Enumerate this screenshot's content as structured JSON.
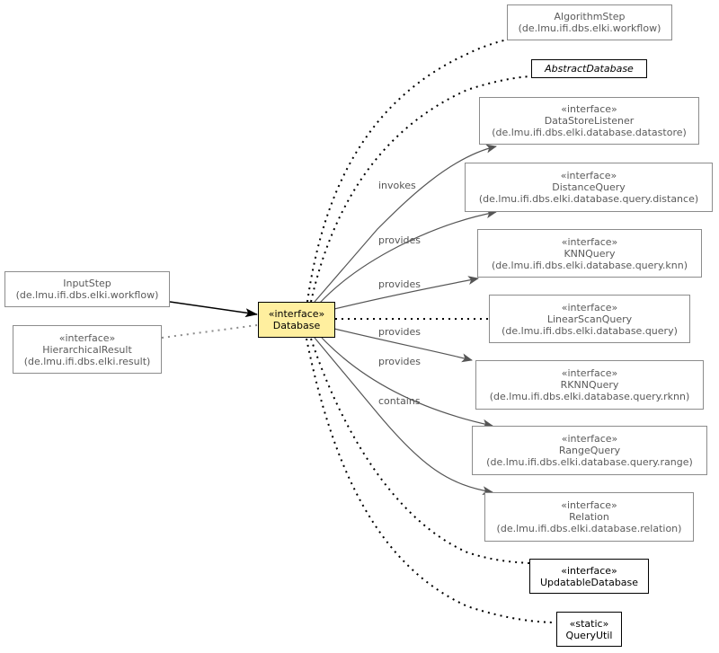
{
  "colors": {
    "center_fill": "#ffef9f",
    "edge": "#555555",
    "dotted": "#000000",
    "muted_border": "#8c8c8c"
  },
  "nodes": {
    "algorithm_step": {
      "name": "AlgorithmStep",
      "package": "(de.lmu.ifi.dbs.elki.workflow)"
    },
    "abstract_database": {
      "name": "AbstractDatabase"
    },
    "datastore_listener": {
      "stereotype": "«interface»",
      "name": "DataStoreListener",
      "package": "(de.lmu.ifi.dbs.elki.database.datastore)"
    },
    "distance_query": {
      "stereotype": "«interface»",
      "name": "DistanceQuery",
      "package": "(de.lmu.ifi.dbs.elki.database.query.distance)"
    },
    "knn_query": {
      "stereotype": "«interface»",
      "name": "KNNQuery",
      "package": "(de.lmu.ifi.dbs.elki.database.query.knn)"
    },
    "linear_scan_query": {
      "stereotype": "«interface»",
      "name": "LinearScanQuery",
      "package": "(de.lmu.ifi.dbs.elki.database.query)"
    },
    "rknn_query": {
      "stereotype": "«interface»",
      "name": "RKNNQuery",
      "package": "(de.lmu.ifi.dbs.elki.database.query.rknn)"
    },
    "range_query": {
      "stereotype": "«interface»",
      "name": "RangeQuery",
      "package": "(de.lmu.ifi.dbs.elki.database.query.range)"
    },
    "relation": {
      "stereotype": "«interface»",
      "name": "Relation",
      "package": "(de.lmu.ifi.dbs.elki.database.relation)"
    },
    "updatable_database": {
      "stereotype": "«interface»",
      "name": "UpdatableDatabase"
    },
    "query_util": {
      "stereotype": "«static»",
      "name": "QueryUtil"
    },
    "input_step": {
      "name": "InputStep",
      "package": "(de.lmu.ifi.dbs.elki.workflow)"
    },
    "hierarchical_result": {
      "stereotype": "«interface»",
      "name": "HierarchicalResult",
      "package": "(de.lmu.ifi.dbs.elki.result)"
    },
    "database": {
      "stereotype": "«interface»",
      "name": "Database"
    }
  },
  "edge_labels": {
    "invokes": "invokes",
    "provides_distance": "provides",
    "provides_knn": "provides",
    "provides_rknn": "provides",
    "provides_range": "provides",
    "contains": "contains"
  }
}
